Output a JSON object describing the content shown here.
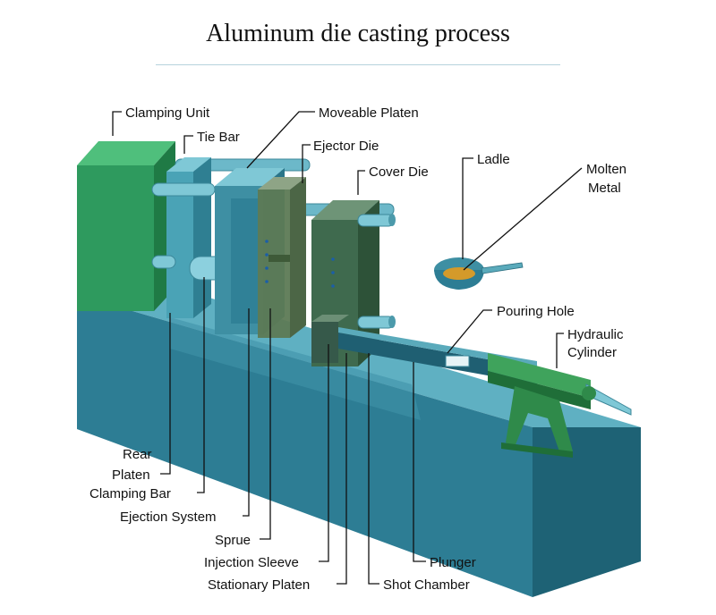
{
  "title": "Aluminum die casting process",
  "labels": {
    "clamping_unit": "Clamping Unit",
    "tie_bar": "Tie Bar",
    "moveable_platen": "Moveable Platen",
    "ejector_die": "Ejector Die",
    "cover_die": "Cover Die",
    "ladle": "Ladle",
    "molten_metal_line1": "Molten",
    "molten_metal_line2": "Metal",
    "pouring_hole": "Pouring Hole",
    "hydraulic_cylinder_line1": "Hydraulic",
    "hydraulic_cylinder_line2": "Cylinder",
    "rear_platen_line1": "Rear",
    "rear_platen_line2": "Platen",
    "clamping_bar": "Clamping Bar",
    "ejection_system": "Ejection System",
    "sprue": "Sprue",
    "injection_sleeve": "Injection Sleeve",
    "stationary_platen": "Stationary Platen",
    "plunger": "Plunger",
    "shot_chamber": "Shot Chamber"
  },
  "colors": {
    "base_top": "#5fb0c2",
    "base_front": "#2d7d94",
    "base_side": "#1e6275",
    "clamping_unit": "#2e9a5e",
    "platen": "#4aa3b6",
    "ejector_die": "#5d7a55",
    "cover_die": "#3f6a4e",
    "hydraulic_cylinder": "#2f8a4a",
    "molten_metal": "#d49a2a"
  }
}
